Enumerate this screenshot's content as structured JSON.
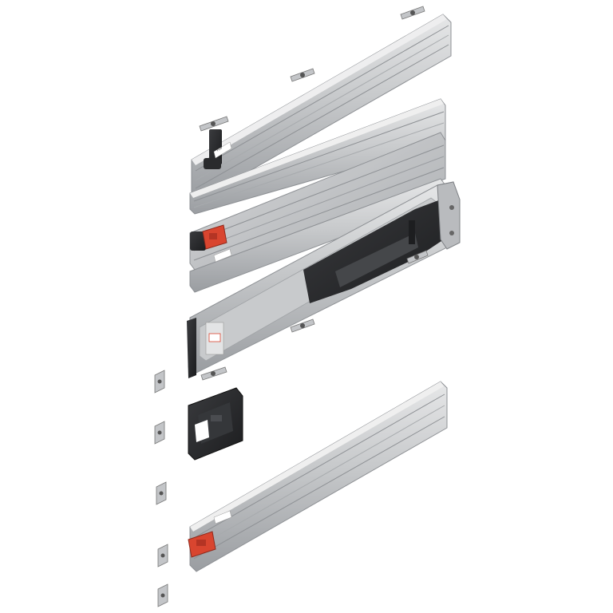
{
  "image": {
    "subject": "exploded-view-drawer-runner-assembly",
    "colors": {
      "aluminium_light": "#d8d9da",
      "aluminium_mid": "#b3b5b8",
      "aluminium_dark": "#8d9094",
      "plastic_black": "#2a2b2d",
      "accent_red": "#d9452f",
      "background": "#ffffff"
    },
    "parts": [
      {
        "name": "top-rail",
        "kind": "extruded-aluminium-rail"
      },
      {
        "name": "middle-rail",
        "kind": "extruded-aluminium-rail",
        "accent": "red-coupling"
      },
      {
        "name": "carriage-rail",
        "kind": "aluminium-rail-with-black-mechanism"
      },
      {
        "name": "front-bracket",
        "kind": "black-plastic-bracket"
      },
      {
        "name": "bottom-rail",
        "kind": "extruded-aluminium-rail",
        "accent": "red-coupling"
      },
      {
        "name": "fixing-clips",
        "kind": "small-metal-clips"
      }
    ]
  }
}
